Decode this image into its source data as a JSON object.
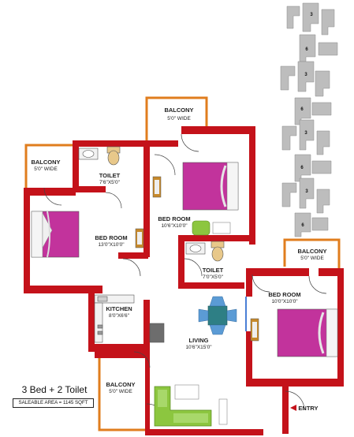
{
  "colors": {
    "wall": "#c4121a",
    "balcony_rail": "#e07d1e",
    "bed": "#c2339c",
    "window": "#4a7fd6",
    "sofa": "#8cc63f",
    "dining_table": "#2e7f85",
    "chair": "#5b9bd5",
    "stove": "#6d6d6d",
    "keymap_building": "#bdbdbd"
  },
  "rooms": {
    "balcony_top": {
      "name": "BALCONY",
      "dim": "5'0\" WIDE"
    },
    "balcony_left": {
      "name": "BALCONY",
      "dim": "5'0\" WIDE"
    },
    "toilet_top": {
      "name": "TOILET",
      "dim": "7'6\"X5'0\""
    },
    "bed_center": {
      "name": "BED ROOM",
      "dim": "10'6\"X10'0\""
    },
    "bed_left": {
      "name": "BED ROOM",
      "dim": "13'0\"X10'0\""
    },
    "toilet_mid": {
      "name": "TOILET",
      "dim": "7'0\"X5'0\""
    },
    "balcony_right": {
      "name": "BALCONY",
      "dim": "5'0\" WIDE"
    },
    "bed_right": {
      "name": "BED ROOM",
      "dim": "10'0\"X10'0\""
    },
    "kitchen": {
      "name": "KITCHEN",
      "dim": "8'0\"X6'6\""
    },
    "living": {
      "name": "LIVING",
      "dim": "10'6\"X15'0\""
    },
    "balcony_bottom": {
      "name": "BALCONY",
      "dim": "5'0\" WIDE"
    }
  },
  "entry_label": "ENTRY",
  "unit_type": "3 Bed + 2 Toilet",
  "saleable_area": "SALEABLE AREA = 1145 SQFT",
  "key_plan": {
    "numbers": [
      "3",
      "6",
      "3",
      "6",
      "3",
      "6",
      "3",
      "6"
    ]
  }
}
